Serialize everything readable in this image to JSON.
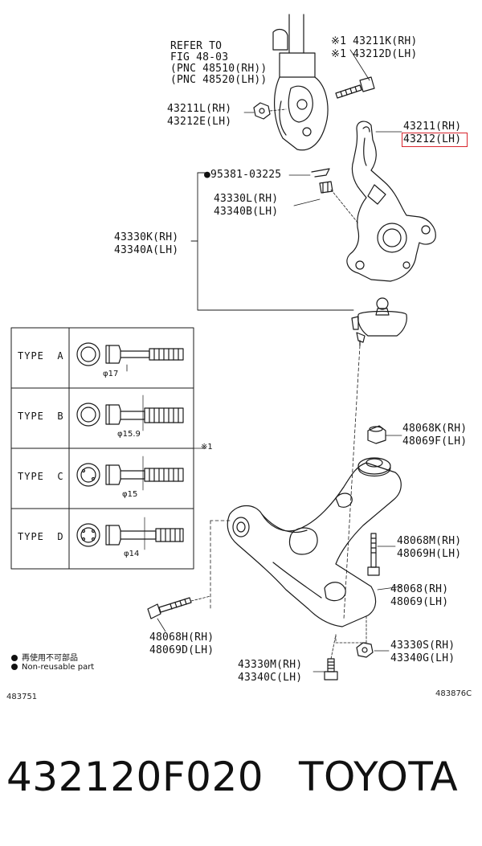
{
  "refer": {
    "line1": "REFER TO",
    "line2": "FIG 48-03",
    "line3": "(PNC 48510(RH))",
    "line4": "(PNC 48520(LH))"
  },
  "parts": {
    "p43211K": "※1 43211K(RH)",
    "p43212D": "※1 43212D(LH)",
    "p43211L": "43211L(RH)",
    "p43212E": "43212E(LH)",
    "p43211": "43211(RH)",
    "p43212": "43212(LH)",
    "p95381": "●95381-03225",
    "p43330L": "43330L(RH)",
    "p43340B": "43340B(LH)",
    "p43330K": "43330K(RH)",
    "p43340A": "43340A(LH)",
    "p48068K": "48068K(RH)",
    "p48069F": "48069F(LH)",
    "p48068M": "48068M(RH)",
    "p48069H": "48069H(LH)",
    "p48068": "48068(RH)",
    "p48069": "48069(LH)",
    "p48068H": "48068H(RH)",
    "p48069D": "48069D(LH)",
    "p43330S": "43330S(RH)",
    "p43340G": "43340G(LH)",
    "p43330M": "43330M(RH)",
    "p43340C": "43340C(LH)"
  },
  "bolt_table": {
    "note": "※1",
    "rows": [
      {
        "type": "TYPE  A",
        "dia": "φ17"
      },
      {
        "type": "TYPE  B",
        "dia": "φ15.9"
      },
      {
        "type": "TYPE  C",
        "dia": "φ15"
      },
      {
        "type": "TYPE  D",
        "dia": "φ14"
      }
    ]
  },
  "legend": {
    "jp": "再使用不可部品",
    "en": "Non-reusable part"
  },
  "figure_ids": {
    "left": "483751",
    "right": "483876C"
  },
  "bottom": {
    "part_number": "432120F020",
    "brand": "TOYOTA"
  },
  "colors": {
    "highlight": "#d8252d",
    "line": "#1a1a1a"
  }
}
